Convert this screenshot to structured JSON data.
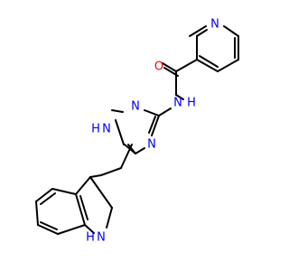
{
  "structure": {
    "atoms": [
      {
        "id": "N_pyr",
        "symbol": "N",
        "color": "#0000ff"
      },
      {
        "id": "O_amide",
        "symbol": "O",
        "color": "#ff0000"
      },
      {
        "id": "N_amide",
        "symbol": "N",
        "color": "#0000ff",
        "h": "H"
      },
      {
        "id": "N_tri1",
        "symbol": "N",
        "color": "#0000ff"
      },
      {
        "id": "N_tri2",
        "symbol": "N",
        "color": "#0000ff",
        "h": "H"
      },
      {
        "id": "N_tri4",
        "symbol": "N",
        "color": "#0000ff"
      },
      {
        "id": "N_indole",
        "symbol": "N",
        "color": "#0000ff",
        "h": "H"
      }
    ]
  }
}
